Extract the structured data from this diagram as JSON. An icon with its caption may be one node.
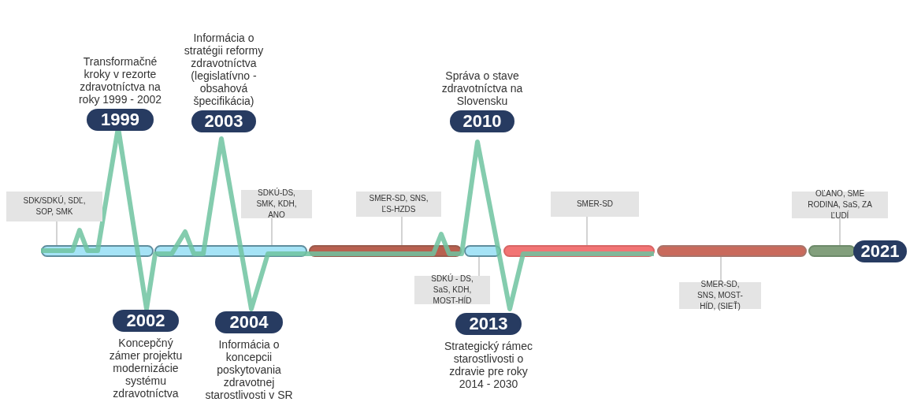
{
  "diagram": {
    "nodes": [
      {
        "text": [
          "1999"
        ],
        "beside": [
          "Transformačné kroky v rezorte zdravotníctva na roky 1999 - 2002"
        ]
      },
      {
        "text": [
          "2003"
        ],
        "beside": [
          "Informácia o stratégii reformy zdravotníctva (legislatívno - obsahová špecifikácia)"
        ]
      },
      {
        "text": [
          "2010"
        ],
        "beside": [
          "Správa o stave zdravotníctva na Slovensku"
        ]
      },
      {
        "text": [
          "2002"
        ],
        "beside": [
          "Koncepčný zámer projektu modernizácie systému zdravotníctva"
        ]
      },
      {
        "text": [
          "2004"
        ],
        "beside": [
          "Informácia o koncepcii poskytovania zdravotnej starostlivosti v SR"
        ]
      },
      {
        "text": [
          "2013"
        ],
        "beside": [
          "Strategický rámec starostlivosti o zdravie pre roky 2014 - 2030"
        ]
      },
      {
        "text": [
          "2021"
        ]
      },
      {
        "text": [
          "SDK/SDKÚ, SDĽ, SOP, SMK"
        ]
      },
      {
        "text": [
          "SDKÚ-DS, SMK, KDH, ANO"
        ]
      },
      {
        "text": [
          "SMER-SD, SNS, ĽS-HZDS"
        ]
      },
      {
        "text": [
          "SDKÚ - DS, SaS, KDH, MOST-HÍD"
        ]
      },
      {
        "text": [
          "SMER-SD"
        ]
      },
      {
        "text": [
          "SMER-SD, SNS, MOST-HÍD, (SIEŤ)"
        ]
      },
      {
        "text": [
          "OĽANO, SME RODINA, SaS, ZA ĽUDÍ"
        ]
      },
      {
        "text": [],
        "shape": "bar"
      },
      {
        "text": [],
        "shape": "bar"
      },
      {
        "text": [],
        "shape": "bar"
      },
      {
        "text": [],
        "shape": "bar"
      },
      {
        "text": [],
        "shape": "bar"
      },
      {
        "text": [],
        "shape": "bar"
      },
      {
        "text": [],
        "shape": "bar"
      }
    ],
    "edges": [
      {
        "from": 7,
        "to": 14,
        "arrow": "none"
      },
      {
        "from": 8,
        "to": 15,
        "arrow": "none"
      },
      {
        "from": 9,
        "to": 16,
        "arrow": "none"
      },
      {
        "from": 10,
        "to": 17,
        "arrow": "none"
      },
      {
        "from": 11,
        "to": 18,
        "arrow": "none"
      },
      {
        "from": 12,
        "to": 19,
        "arrow": "none"
      },
      {
        "from": 13,
        "to": 20,
        "arrow": "none"
      }
    ]
  }
}
